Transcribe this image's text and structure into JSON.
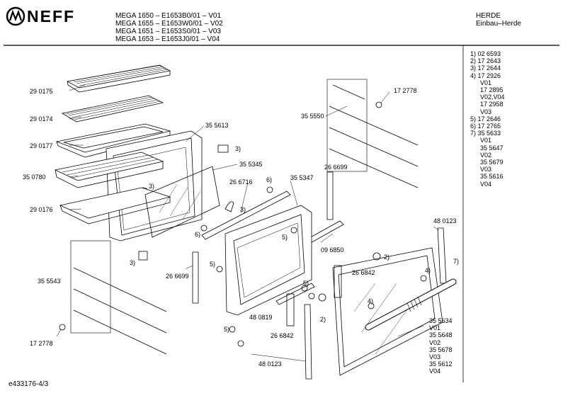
{
  "brand": "NEFF",
  "header": {
    "models": [
      "MEGA 1650 – E1653B0/01 – V01",
      "MEGA 1655 – E1653W0/01 – V02",
      "MEGA 1651 – E1653S0/01 – V03",
      "MEGA 1653 – E1653J0/01 – V04"
    ],
    "category": "HERDE",
    "subcategory": "Einbau–Herde"
  },
  "legend": [
    "1) 02 6593",
    "2) 17 2643",
    "3) 17 2644",
    "4) 17 2926",
    "V01",
    "17 2895",
    "V02,V04",
    "17 2958",
    "V03",
    "5) 17 2646",
    "6) 17 2765",
    "7) 35 5633",
    "V01",
    "35 5647",
    "V02",
    "35 5679",
    "V03",
    "35 5616",
    "V04"
  ],
  "labels": {
    "p290175": "29 0175",
    "p290174": "29 0174",
    "p290177": "29 0177",
    "p350780": "35 0780",
    "p290176": "29 0176",
    "p355613": "35 5613",
    "p355345": "35 5345",
    "p355550": "35 5550",
    "p172778a": "17 2778",
    "p266716": "26 6716",
    "p355347": "35 5347",
    "p266699a": "26 6699",
    "p266699b": "26 6699",
    "p480123a": "48 0123",
    "p480123b": "48 0123",
    "p096850": "09 6850",
    "p266842a": "26 6842",
    "p266842b": "26 6842",
    "p480819": "48 0819",
    "p355543": "35 5543",
    "p172778b": "17 2778",
    "n3a": "3)",
    "n3b": "3)",
    "n3c": "3)",
    "n3d": "3)",
    "n6a": "6)",
    "n6b": "6)",
    "n5a": "5)",
    "n5b": "5)",
    "n5c": "5)",
    "n5d": "5)",
    "n2a": "2)",
    "n2b": "2)",
    "n4a": "4)",
    "n4b": "4)",
    "n7": "7)"
  },
  "door_list": [
    "35 5634",
    "V01",
    "35 5648",
    "V02",
    "35 5678",
    "V03",
    "35 5612",
    "V04"
  ],
  "footer_code": "e433176-4/3"
}
